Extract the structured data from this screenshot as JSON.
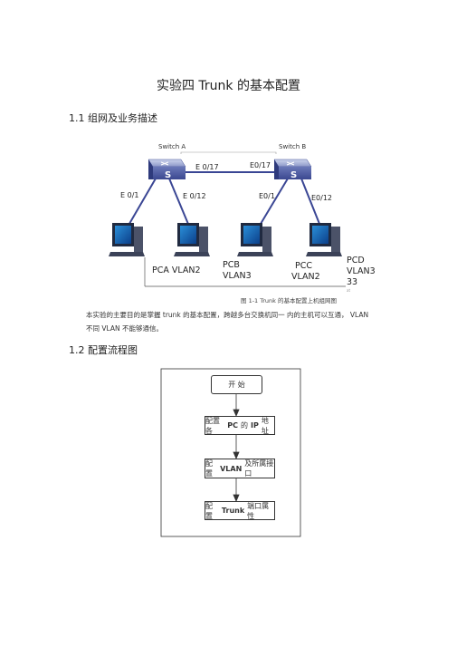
{
  "doc": {
    "title": "实验四  Trunk 的基本配置",
    "section1": {
      "num": "1.1",
      "label": "组网及业务描述"
    },
    "section2": {
      "num": "1.2",
      "label": "配置流程图"
    }
  },
  "diagram": {
    "switch_a": "Switch A",
    "switch_b": "Switch B",
    "ports": {
      "a_e017": "E 0/17",
      "b_e017": "E0/17",
      "a_e01": "E 0/1",
      "a_e012": "E 0/12",
      "b_e01": "E0/1",
      "b_e012": "E0/12"
    },
    "pcs": {
      "pca": "PCA VLAN2",
      "pcb_1": "PCB",
      "pcb_2": "VLAN3",
      "pcc_1": "PCC",
      "pcc_2": "VLAN2",
      "pcd_1": "PCD",
      "pcd_2": "VLAN3",
      "pcd_3": "33",
      "pcd_4": "at"
    },
    "caption": "图 1-1  Trunk 的基本配置上机组网图"
  },
  "description": {
    "line1": "本实验的主要目的是掌握  trunk 的基本配置，跨越多台交换机同一  内的主机可以互通，   VLAN",
    "line2": "不同  VLAN 不能够通信。"
  },
  "flow": {
    "start": "开    始",
    "step1_pre": "配置各",
    "step1_b1": "PC",
    "step1_mid": "的",
    "step1_b2": "IP",
    "step1_post": "地址",
    "step2_pre": "配置",
    "step2_b": "VLAN",
    "step2_post": "及所属接口",
    "step3_pre": "配置",
    "step3_b": "Trunk",
    "step3_post": "端口属性"
  }
}
